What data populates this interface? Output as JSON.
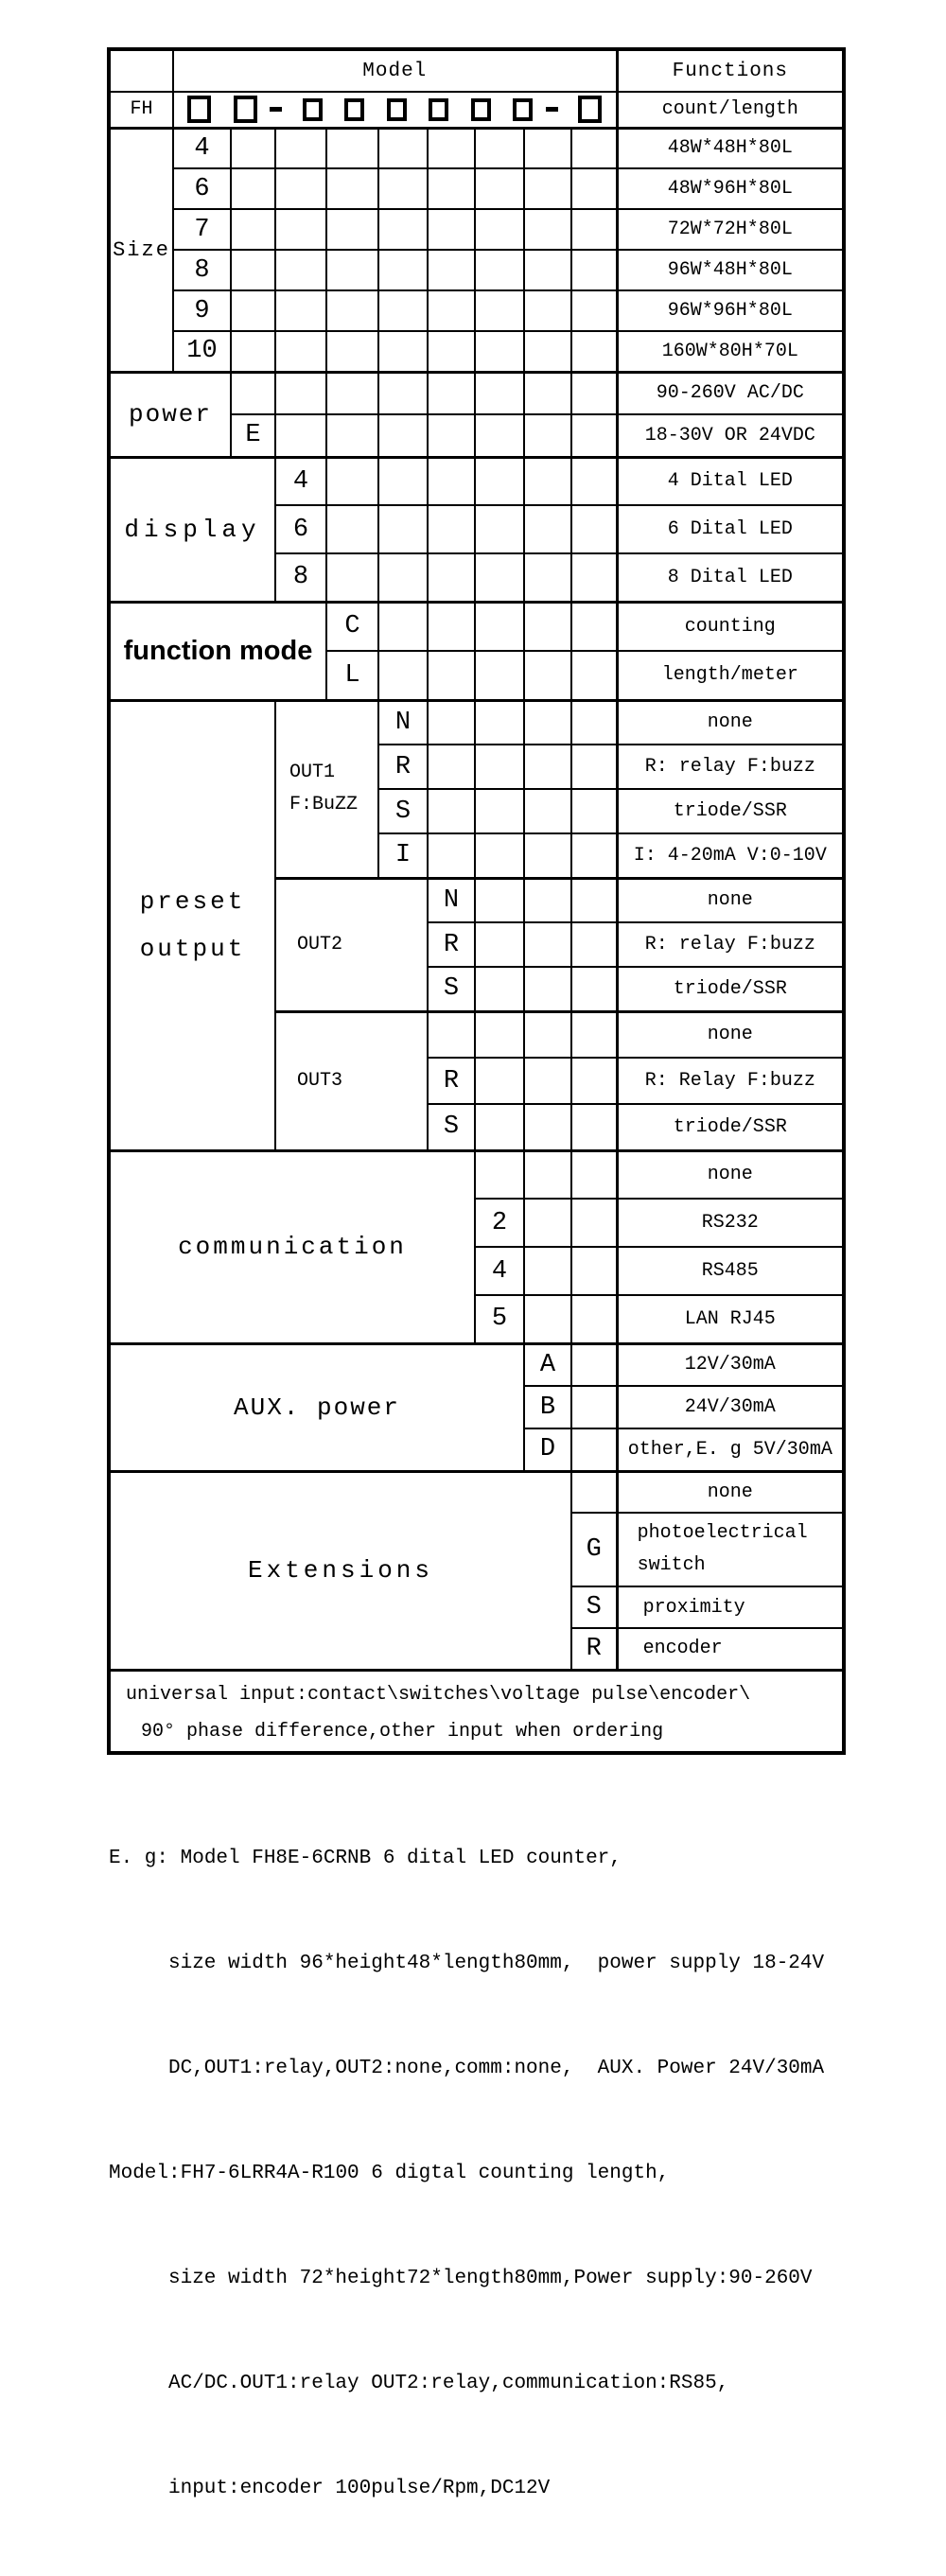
{
  "colors": {
    "background": "#ffffff",
    "line": "#000000",
    "text": "#000000"
  },
  "table": {
    "header": {
      "model": "Model",
      "functions": "Functions"
    },
    "fh_row": {
      "label": "FH",
      "function": "count/length"
    },
    "model_pattern": "口 口- 口 口 口 口 口 口-口",
    "model_boxes": [
      {
        "t": "box",
        "big": true
      },
      {
        "t": "box",
        "big": true
      },
      {
        "t": "dash"
      },
      {
        "t": "box"
      },
      {
        "t": "box"
      },
      {
        "t": "box"
      },
      {
        "t": "box"
      },
      {
        "t": "box"
      },
      {
        "t": "box"
      },
      {
        "t": "dash"
      },
      {
        "t": "box",
        "big": true
      }
    ],
    "size": {
      "label": "Size",
      "rows": [
        {
          "code": "4",
          "fn": "48W*48H*80L"
        },
        {
          "code": "6",
          "fn": "48W*96H*80L"
        },
        {
          "code": "7",
          "fn": "72W*72H*80L"
        },
        {
          "code": "8",
          "fn": "96W*48H*80L"
        },
        {
          "code": "9",
          "fn": "96W*96H*80L"
        },
        {
          "code": "10",
          "fn": "160W*80H*70L"
        }
      ]
    },
    "power": {
      "label": "power",
      "rows": [
        {
          "code": "",
          "fn": "90-260V AC/DC"
        },
        {
          "code": "E",
          "fn": "18-30V OR 24VDC"
        }
      ]
    },
    "display": {
      "label": "display",
      "rows": [
        {
          "code": "4",
          "fn": "4 Dital LED"
        },
        {
          "code": "6",
          "fn": "6 Dital LED"
        },
        {
          "code": "8",
          "fn": "8 Dital LED"
        }
      ]
    },
    "function_mode": {
      "label": "function mode",
      "rows": [
        {
          "code": "C",
          "fn": "counting"
        },
        {
          "code": "L",
          "fn": "length/meter"
        }
      ]
    },
    "preset_output": {
      "label_line1": "preset",
      "label_line2": "output",
      "out1": {
        "label_line1": "OUT1",
        "label_line2": "F:BuZZ",
        "rows": [
          {
            "code": "N",
            "fn": "none"
          },
          {
            "code": "R",
            "fn": "R: relay F:buzz"
          },
          {
            "code": "S",
            "fn": "triode/SSR"
          },
          {
            "code": "I",
            "fn": "I: 4-20mA V:0-10V"
          }
        ]
      },
      "out2": {
        "label": "OUT2",
        "rows": [
          {
            "code": "N",
            "fn": "none"
          },
          {
            "code": "R",
            "fn": "R: relay F:buzz"
          },
          {
            "code": "S",
            "fn": "triode/SSR"
          }
        ]
      },
      "out3": {
        "label": "OUT3",
        "rows": [
          {
            "code": "",
            "fn": "none"
          },
          {
            "code": "R",
            "fn": "R: Relay F:buzz"
          },
          {
            "code": "S",
            "fn": "triode/SSR"
          }
        ]
      }
    },
    "communication": {
      "label": "communication",
      "rows": [
        {
          "code": "",
          "fn": "none"
        },
        {
          "code": "2",
          "fn": "RS232"
        },
        {
          "code": "4",
          "fn": "RS485"
        },
        {
          "code": "5",
          "fn": "LAN RJ45"
        }
      ]
    },
    "aux_power": {
      "label": "AUX. power",
      "rows": [
        {
          "code": "A",
          "fn": "12V/30mA"
        },
        {
          "code": "B",
          "fn": "24V/30mA"
        },
        {
          "code": "D",
          "fn": "other,E. g 5V/30mA"
        }
      ]
    },
    "extensions": {
      "label": "Extensions",
      "rows": [
        {
          "code": "",
          "fn": "none"
        },
        {
          "code": "G",
          "fn": "photoelectrical switch"
        },
        {
          "code": "S",
          "fn": "proximity"
        },
        {
          "code": "R",
          "fn": "encoder"
        }
      ]
    },
    "note": {
      "line1": "universal input:contact\\switches\\voltage pulse\\encoder\\",
      "line2": "90° phase difference,other input when ordering"
    }
  },
  "example": {
    "lines": [
      "E. g: Model FH8E-6CRNB 6 dital LED counter,",
      "size width 96*height48*length80mm,  power supply 18-24V",
      "DC,OUT1:relay,OUT2:none,comm:none,  AUX. Power 24V/30mA",
      "Model:FH7-6LRR4A-R100 6 digtal counting length,",
      "size width 72*height72*length80mm,Power supply:90-260V",
      "AC/DC.OUT1:relay OUT2:relay,communication:RS85,",
      "input:encoder 100pulse/Rpm,DC12V"
    ]
  }
}
